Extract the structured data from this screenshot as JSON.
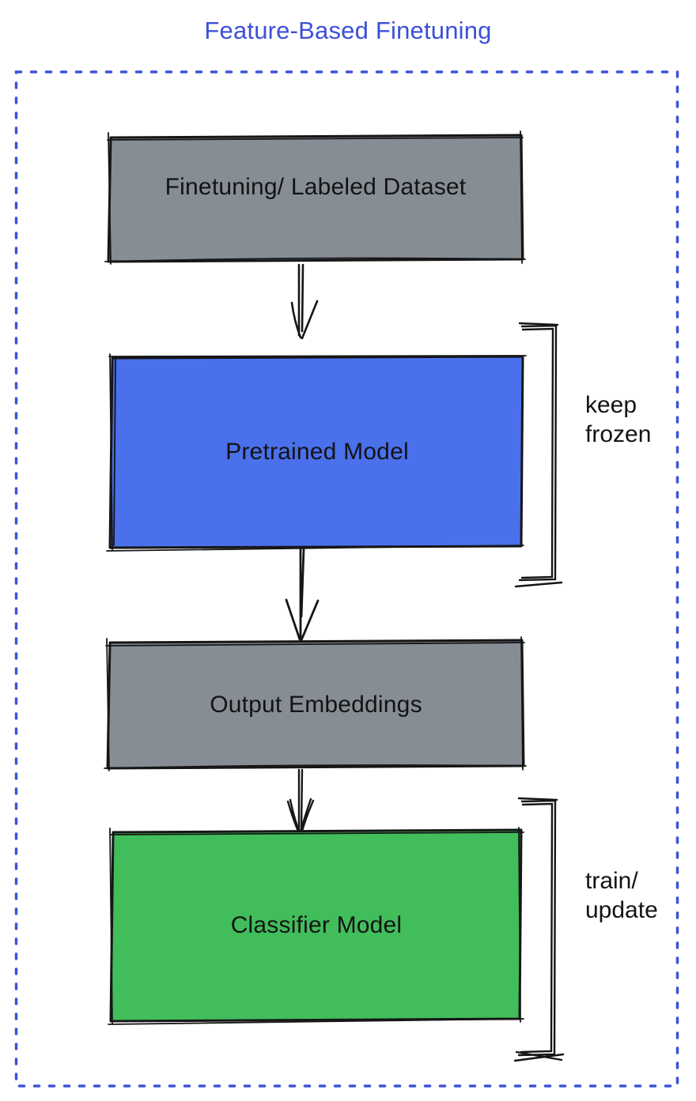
{
  "title": "Feature-Based Finetuning",
  "colors": {
    "title_blue": "#3d4fd8",
    "border_blue": "#3d53d8",
    "box_gray": "#868d95",
    "box_blue": "#4a70ec",
    "box_green": "#41bd5b",
    "stroke_black": "#161616"
  },
  "nodes": [
    {
      "label": "Finetuning/ Labeled Dataset",
      "fill": "#868d95"
    },
    {
      "label": "Pretrained Model",
      "fill": "#4a70ec"
    },
    {
      "label": "Output Embeddings",
      "fill": "#868d95"
    },
    {
      "label": "Classifier Model",
      "fill": "#41bd5b"
    }
  ],
  "annotations": {
    "keep_frozen": {
      "line1": "keep",
      "line2": "frozen"
    },
    "train_update": {
      "line1": "train/",
      "line2": "update"
    }
  }
}
